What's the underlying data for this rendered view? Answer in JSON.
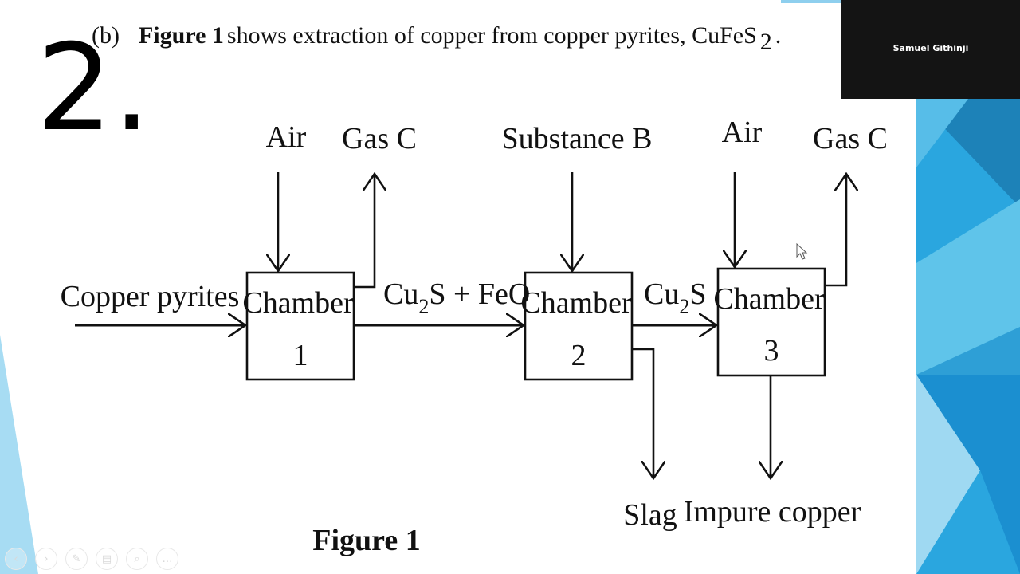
{
  "question": {
    "prefix": "(b)",
    "bold": "Figure 1",
    "rest": " shows extraction of copper from copper pyrites, CuFeS",
    "formula_sub": "2",
    "end": "."
  },
  "handwritten_number": "2.",
  "labels": {
    "air_1": "Air",
    "gas_c_1": "Gas C",
    "substance_b": "Substance B",
    "air_2": "Air",
    "gas_c_2": "Gas C",
    "copper_pyrites": "Copper pyrites",
    "slag": "Slag",
    "impure_copper": "Impure copper"
  },
  "product_1": {
    "a": "Cu",
    "a_sub": "2",
    "b": "S + FeO"
  },
  "product_2": {
    "a": "Cu",
    "a_sub": "2",
    "b": "S"
  },
  "chambers": [
    {
      "name": "Chamber",
      "number": "1"
    },
    {
      "name": "Chamber",
      "number": "2"
    },
    {
      "name": "Chamber",
      "number": "3"
    }
  ],
  "caption": "Figure 1",
  "video_participant": "Samuel Githinji",
  "toolbar_icons": [
    "prev-icon",
    "next-icon",
    "pen-icon",
    "slides-icon",
    "zoom-icon",
    "more-icon"
  ],
  "toolbar_glyphs": [
    "‹",
    "›",
    "✎",
    "▤",
    "⌕",
    "…"
  ],
  "colors": {
    "accent_blue": "#2aa6df",
    "light_blue": "#9fd9f2"
  }
}
